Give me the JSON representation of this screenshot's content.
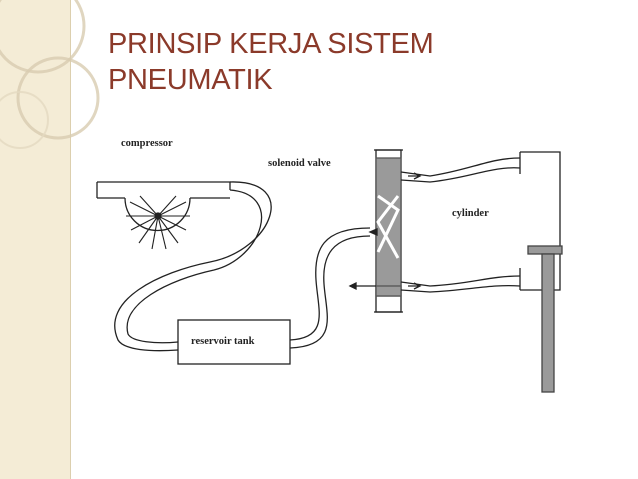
{
  "slide": {
    "title_line1": "PRINSIP KERJA SISTEM",
    "title_line2": "PNEUMATIK"
  },
  "diagram": {
    "labels": {
      "compressor": "compressor",
      "solenoid_valve": "solenoid valve",
      "cylinder": "cylinder",
      "reservoir_tank": "reservoir tank"
    }
  },
  "colors": {
    "title": "#8b3a2a",
    "side_band": "#f4ecd6",
    "valve_body": "#9a9a9a",
    "piston": "#9a9a9a",
    "line": "#222222"
  }
}
